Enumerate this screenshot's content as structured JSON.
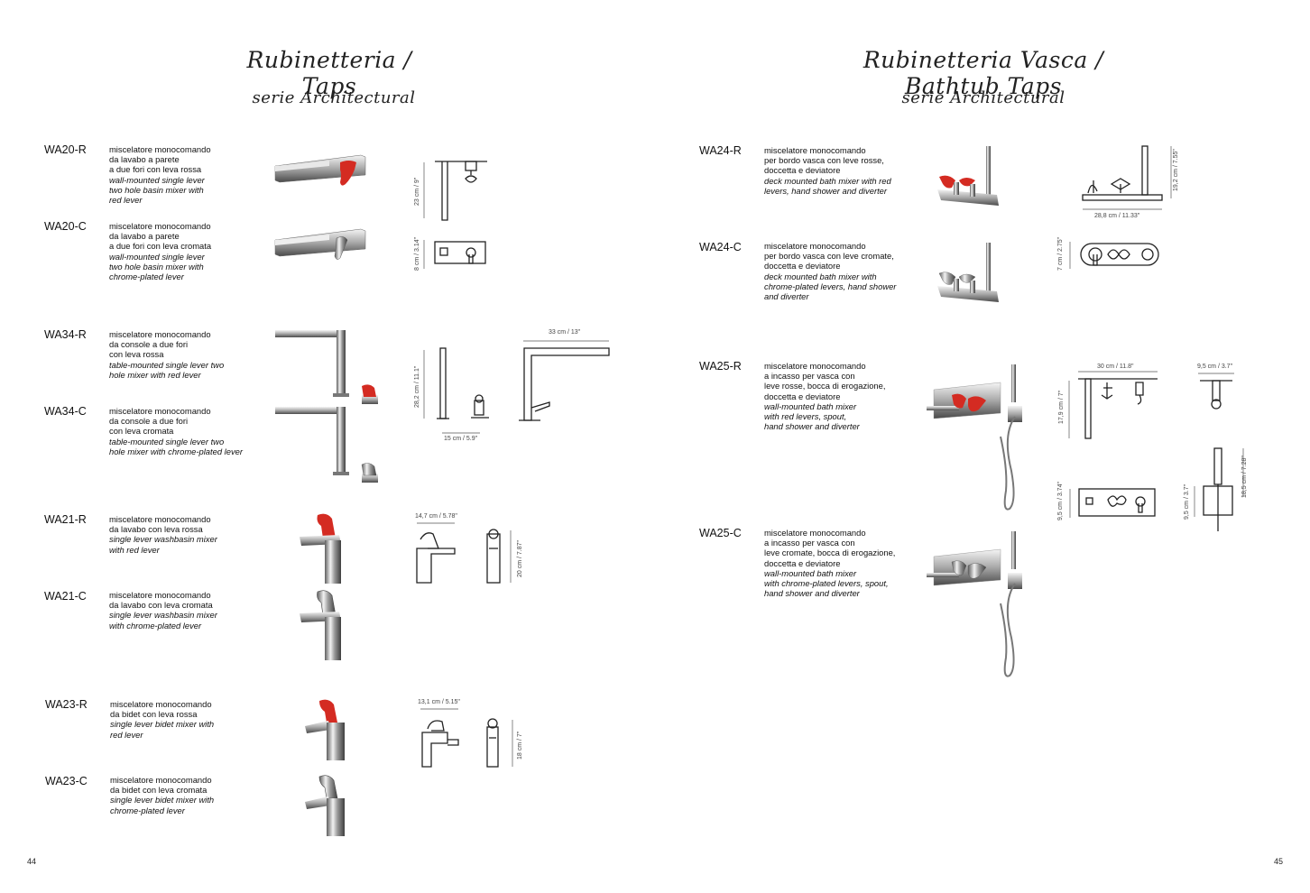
{
  "left": {
    "title": "Rubinetteria / Taps",
    "subtitle": "serie Architectural",
    "page_number": "44",
    "products": [
      {
        "code": "WA20-R",
        "lines": [
          "miscelatore monocomando",
          "da lavabo a parete",
          "a due fori con leva rossa"
        ],
        "italic": [
          "wall-mounted single lever",
          "two hole basin mixer with",
          "red lever"
        ]
      },
      {
        "code": "WA20-C",
        "lines": [
          "miscelatore monocomando",
          "da lavabo a parete",
          "a due fori con leva cromata"
        ],
        "italic": [
          "wall-mounted single lever",
          "two hole basin mixer with",
          "chrome-plated lever"
        ]
      },
      {
        "code": "WA34-R",
        "lines": [
          "miscelatore monocomando",
          "da console a due fori",
          "con leva rossa"
        ],
        "italic": [
          "table-mounted single lever two",
          "hole mixer with red lever"
        ]
      },
      {
        "code": "WA34-C",
        "lines": [
          "miscelatore monocomando",
          "da console a due fori",
          "con leva cromata"
        ],
        "italic": [
          "table-mounted single lever two",
          "hole mixer with chrome-plated lever"
        ]
      },
      {
        "code": "WA21-R",
        "lines": [
          "miscelatore monocomando",
          "da lavabo con leva rossa"
        ],
        "italic": [
          "single lever washbasin mixer",
          "with red lever"
        ]
      },
      {
        "code": "WA21-C",
        "lines": [
          "miscelatore monocomando",
          "da lavabo con leva cromata"
        ],
        "italic": [
          "single lever washbasin mixer",
          "with chrome-plated lever"
        ]
      },
      {
        "code": "WA23-R",
        "lines": [
          "miscelatore monocomando",
          "da bidet con leva rossa"
        ],
        "italic": [
          "single lever bidet mixer with",
          "red lever"
        ]
      },
      {
        "code": "WA23-C",
        "lines": [
          "miscelatore monocomando",
          "da bidet con leva cromata"
        ],
        "italic": [
          "single lever bidet mixer with",
          "chrome-plated lever"
        ]
      }
    ],
    "dims": {
      "wa20_height": "23 cm / 9\"",
      "wa20_plate": "8 cm / 3.14\"",
      "wa34_height": "28,2 cm / 11.1\"",
      "wa34_base": "15 cm / 5.9\"",
      "wa34_reach": "33 cm / 13\"",
      "wa21_width": "14,7 cm / 5.78\"",
      "wa21_height": "20 cm / 7.87\"",
      "wa23_width": "13,1 cm / 5.15\"",
      "wa23_height": "18 cm / 7\""
    }
  },
  "right": {
    "title": "Rubinetteria Vasca / Bathtub Taps",
    "subtitle": "serie Architectural",
    "page_number": "45",
    "products": [
      {
        "code": "WA24-R",
        "lines": [
          "miscelatore monocomando",
          "per bordo vasca con leve rosse,",
          "doccetta e deviatore"
        ],
        "italic": [
          "deck mounted bath mixer with red",
          "levers, hand shower and diverter"
        ]
      },
      {
        "code": "WA24-C",
        "lines": [
          "miscelatore monocomando",
          "per bordo vasca con leve cromate,",
          "doccetta e deviatore"
        ],
        "italic": [
          "deck mounted bath mixer with",
          "chrome-plated levers, hand shower",
          "and diverter"
        ]
      },
      {
        "code": "WA25-R",
        "lines": [
          "miscelatore monocomando",
          "a incasso per vasca con",
          "leve rosse, bocca di erogazione,",
          "doccetta e deviatore"
        ],
        "italic": [
          "wall-mounted bath mixer",
          "with red levers, spout,",
          "hand shower and diverter"
        ]
      },
      {
        "code": "WA25-C",
        "lines": [
          "miscelatore monocomando",
          "a incasso per vasca con",
          "leve cromate, bocca di erogazione,",
          "doccetta e deviatore"
        ],
        "italic": [
          "wall-mounted bath mixer",
          "with chrome-plated levers, spout,",
          "hand shower and diverter"
        ]
      }
    ],
    "dims": {
      "wa24_height": "19,2 cm / 7.55\"",
      "wa24_width": "28,8 cm / 11.33\"",
      "wa24_plate": "7 cm / 2.75\"",
      "wa25_width": "30 cm / 11.8\"",
      "wa25_spout": "9,5 cm / 3.7\"",
      "wa25_height": "17,9 cm / 7\"",
      "wa25_plate": "9,5 cm / 3.74\"",
      "wa25_shower_plate": "9,5 cm / 3.7\"",
      "wa25_shower_height": "18,5 cm / 7.28\""
    }
  },
  "colors": {
    "accent_red": "#d42b22",
    "chrome_dark": "#6d6d6d",
    "chrome_light": "#e8e8e8"
  }
}
